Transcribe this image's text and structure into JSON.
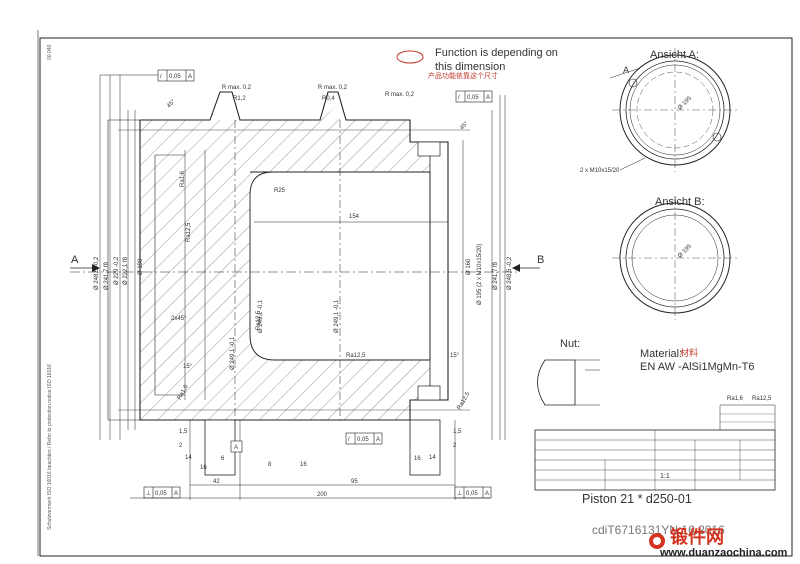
{
  "note": {
    "line1": "Function is depending on",
    "line2": "this dimension",
    "cn": "产品功能依靠这个尺寸"
  },
  "views": {
    "a_title": "Ansicht A:",
    "a_arrow_label": "A",
    "a_dia": "Ø 195",
    "a_thread": "2 x M10x15/20",
    "b_title": "Ansicht B:",
    "b_dia": "Ø 195",
    "nut_title": "Nut:"
  },
  "section": {
    "arrow_a": "A",
    "arrow_b": "B",
    "r_max_1": "R max. 0,2",
    "r_max_2": "R max. 0,2",
    "r_max_3": "R max. 0,2",
    "r12": "R1,2",
    "r04": "R0,4",
    "ra_a": "Ra1,6",
    "ra_b": "Ra12,5",
    "ra_c": "Ra12,5",
    "ra_d": "Ra12,5",
    "ra_e": "Ra1,6",
    "r25": "R25",
    "dim154": "154",
    "chamfer": "2x45°",
    "angle15a": "15°",
    "angle15b": "15°",
    "angle45a": "45°",
    "angle45b": "45°",
    "ra_nut": "Ra12,5",
    "d1": "Ø 248,5 -0,2",
    "d2": "Ø 241,7 f8",
    "d3": "Ø 229 -0,2",
    "d4": "Ø 222,1 f8",
    "d5": "Ø 190",
    "d6": "Ø 160",
    "d7": "Ø 195 (2 x M10x15/20)",
    "d8": "Ø 241,7 f8",
    "d9": "Ø 248,5 -0,2",
    "d10": "Ø 249,1 -0,1",
    "d11": "Ø 249,1 -0,1",
    "d12": "Ø 249,1 -0,1",
    "gdt1": "0,05",
    "gdt1_ref": "A",
    "gdt2": "0,05",
    "gdt2_ref": "A",
    "gdt3": "0,05",
    "gdt3_ref": "A",
    "gdt4": "0,05",
    "gdt4_ref": "A",
    "gdt5": "0,05",
    "gdt5_ref": "A",
    "datum": "A",
    "dim15": "1,5",
    "dim2": "2",
    "dim14": "14",
    "dim16": "16",
    "dim6a": "6",
    "dim16b": "16",
    "dim8": "8",
    "dim16c": "16",
    "dim14b": "14",
    "dim15b": "1,5",
    "dim2b": "2",
    "dim42": "42",
    "dim95": "95",
    "dim200": "200"
  },
  "material": {
    "label": "Material:",
    "cn": "材料",
    "value": "EN AW -AlSi1MgMn-T6"
  },
  "title_block": {
    "piston": "Piston 21 * d250-01",
    "scale": "1:1",
    "rough1": "Ra1,6",
    "rough2": "Ra12,5"
  },
  "footer": {
    "watermark": "cdiT6716131YN  16.2016",
    "brand": "锻件网",
    "url": "www.duanzaochina.com"
  },
  "colors": {
    "line": "#222222",
    "hatch": "#555555",
    "accent_red": "#c0392b",
    "brand_red": "#d4341f"
  }
}
